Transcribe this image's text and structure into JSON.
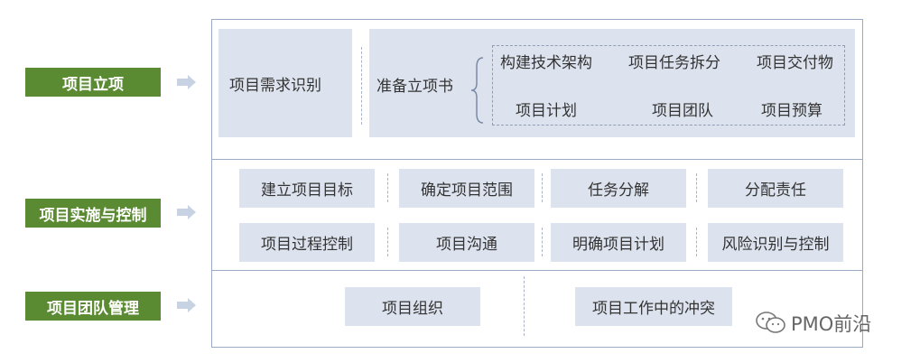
{
  "colors": {
    "label_bg": "#5a8a32",
    "box_bg": "#dde3ee",
    "border": "#9aaac4",
    "arrow": "#c7d3e3"
  },
  "labels": [
    "项目立项",
    "项目实施与控制",
    "项目团队管理"
  ],
  "row1": {
    "requirement": "项目需求识别",
    "prepare": "准备立项书",
    "items": [
      "构建技术架构",
      "项目任务拆分",
      "项目交付物",
      "项目计划",
      "项目团队",
      "项目预算"
    ]
  },
  "row2": {
    "items": [
      "建立项目目标",
      "确定项目范围",
      "任务分解",
      "分配责任",
      "项目过程控制",
      "项目沟通",
      "明确项目计划",
      "风险识别与控制"
    ]
  },
  "row3": {
    "items": [
      "项目组织",
      "项目工作中的冲突"
    ]
  },
  "watermark": {
    "icon": "wechat-icon",
    "text": "PMO前沿"
  }
}
